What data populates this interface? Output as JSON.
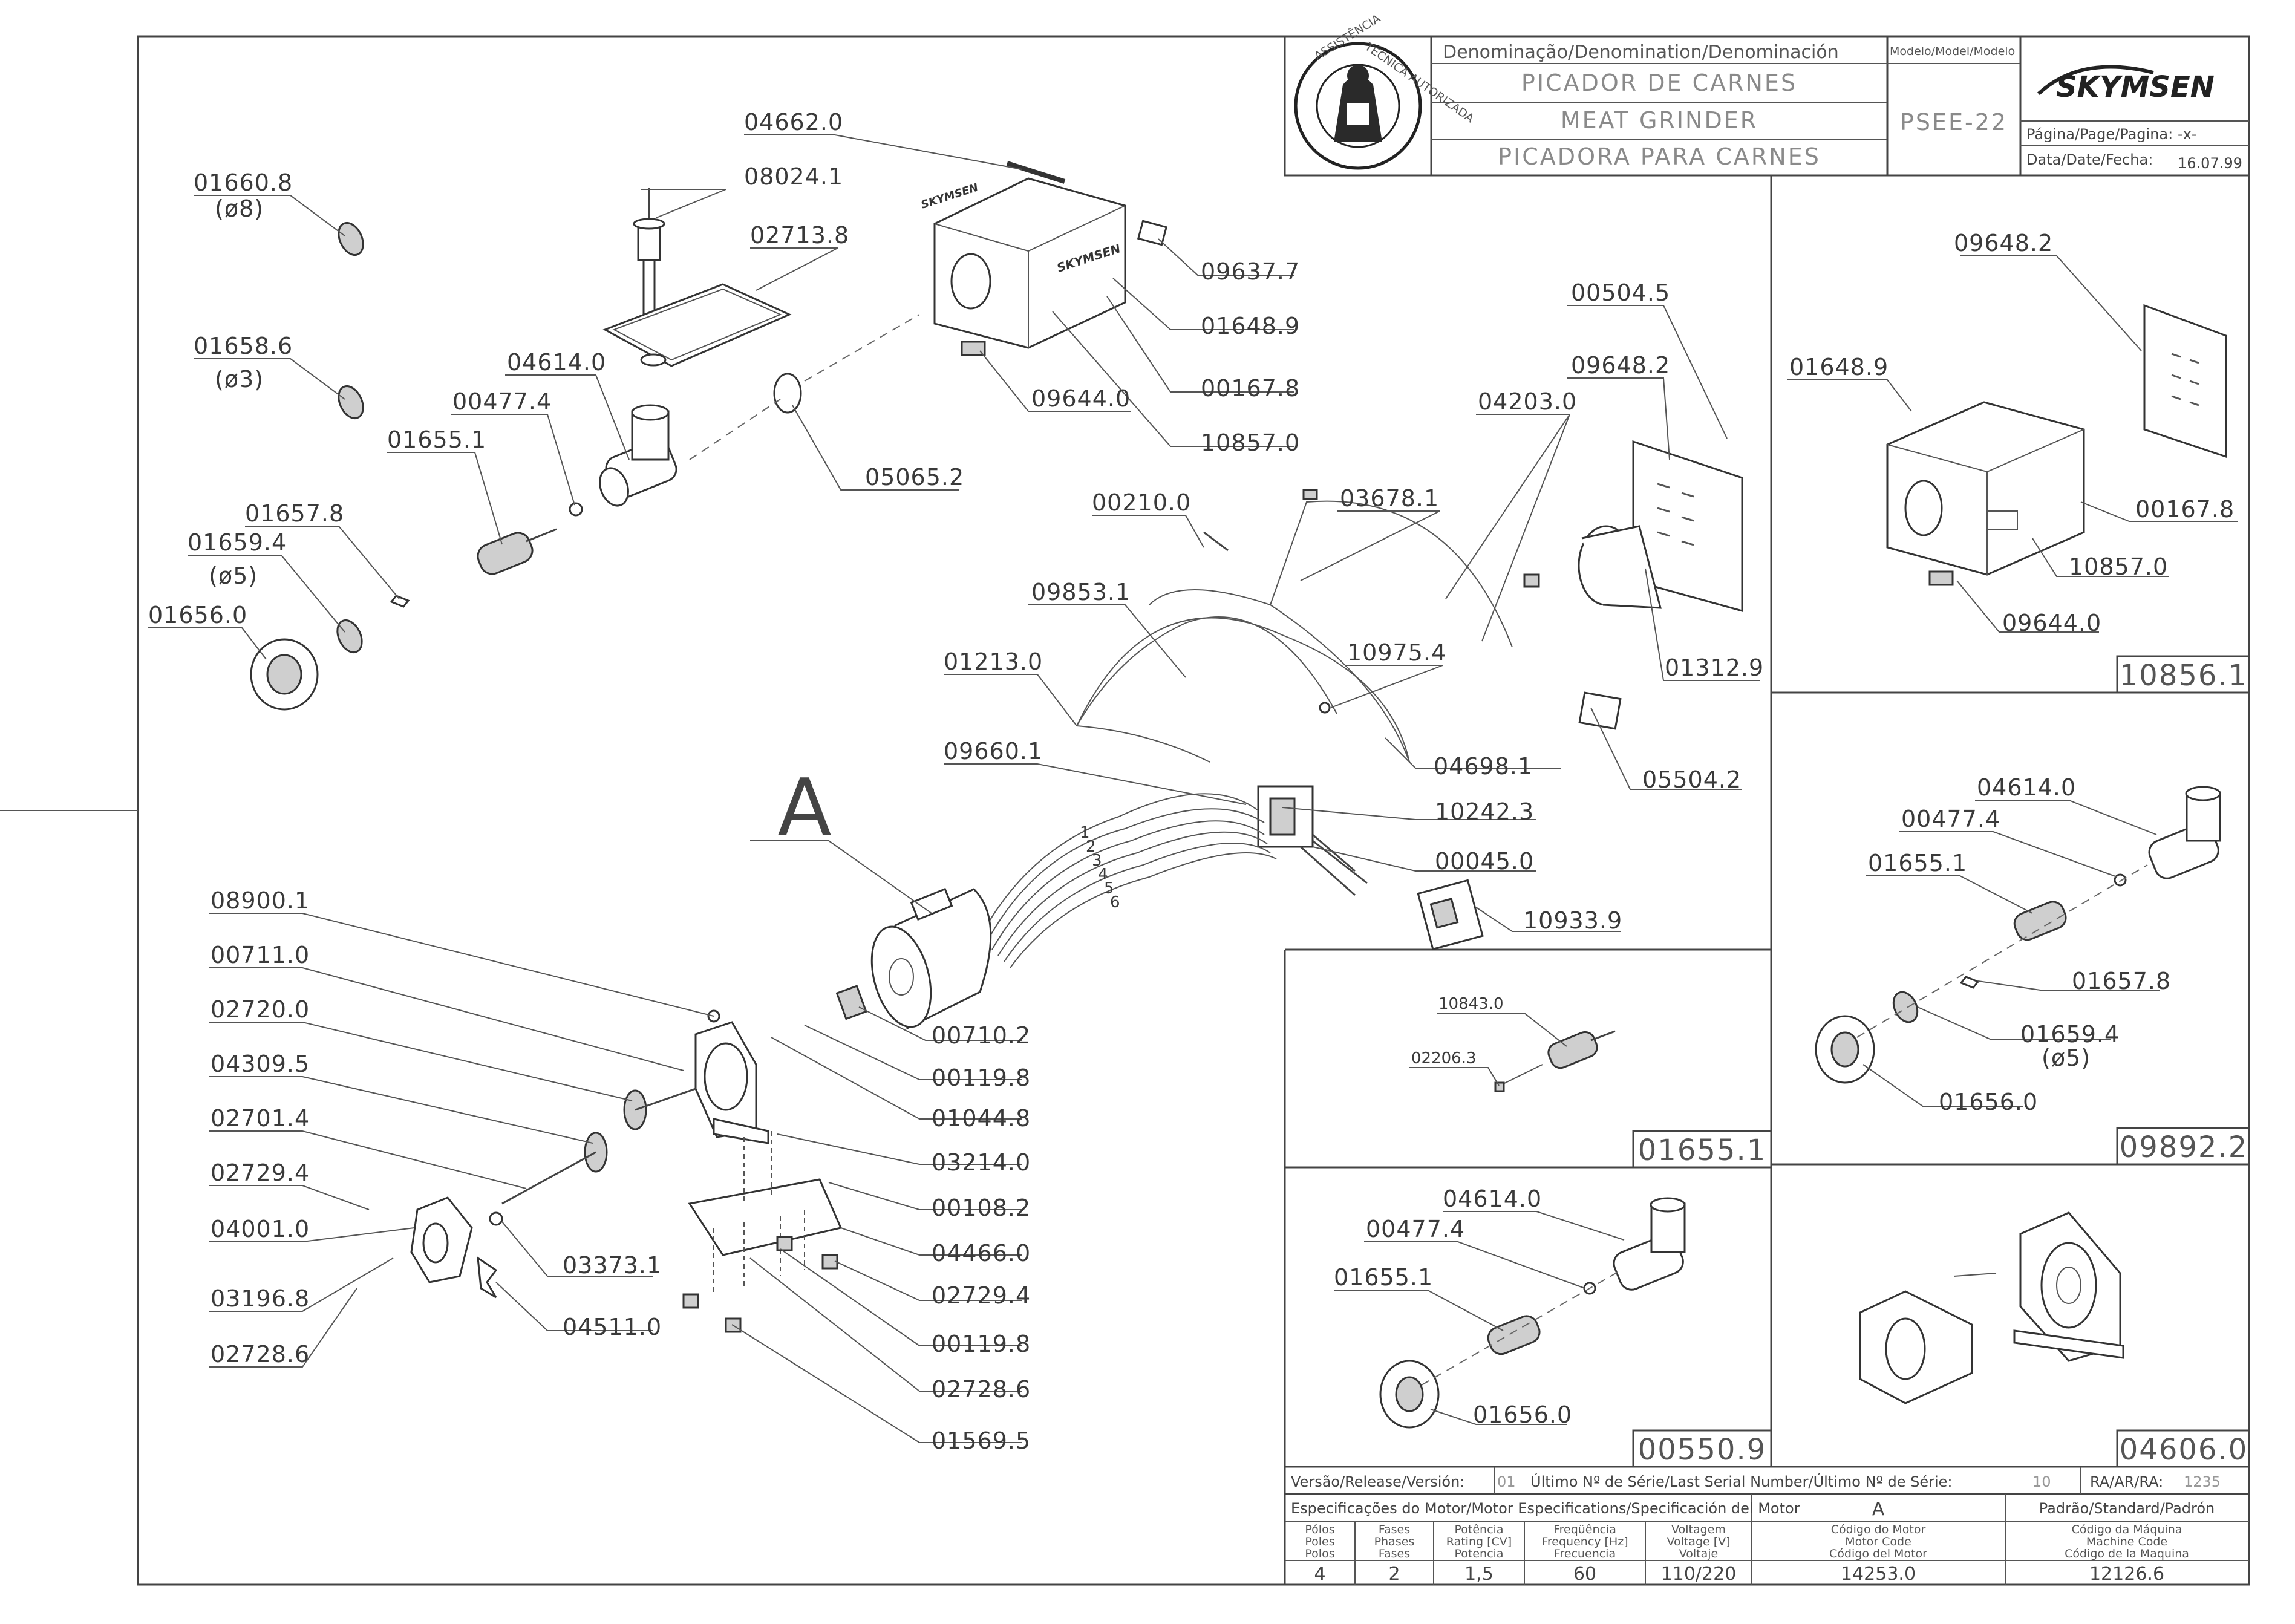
{
  "header": {
    "denomination_label": "Denominação/Denomination/Denominación",
    "model_label": "Modelo/Model/Modelo",
    "name_pt": "PICADOR DE CARNES",
    "name_en": "MEAT GRINDER",
    "name_es": "PICADORA PARA CARNES",
    "model": "PSEE-22",
    "brand": "SKYMSEN",
    "page_label": "Página/Page/Pagina:",
    "page_value": "-x-",
    "date_label": "Data/Date/Fecha:",
    "date_value": "16.07.99",
    "seal_text": "ASSISTÊNCIA TÉCNICA AUTORIZADA"
  },
  "main_view": {
    "assembly_letter": "A",
    "wire_numbers": [
      "1",
      "2",
      "3",
      "4",
      "5",
      "6"
    ],
    "labels": {
      "p01660_8": "01660.8",
      "p01660_8_dia": "(ø8)",
      "p08024_1": "08024.1",
      "p04662_0": "04662.0",
      "p02713_8": "02713.8",
      "p01658_6": "01658.6",
      "p01658_6_dia": "(ø3)",
      "p04614_0": "04614.0",
      "p00477_4": "00477.4",
      "p01655_1": "01655.1",
      "p01657_8": "01657.8",
      "p01659_4": "01659.4",
      "p01659_4_dia": "(ø5)",
      "p01656_0": "01656.0",
      "p09637_7": "09637.7",
      "p01648_9": "01648.9",
      "p00167_8": "00167.8",
      "p10857_0": "10857.0",
      "p09644_0": "09644.0",
      "p05065_2": "05065.2",
      "p00504_5": "00504.5",
      "p09648_2": "09648.2",
      "p04203_0": "04203.0",
      "p03678_1": "03678.1",
      "p00210_0": "00210.0",
      "p09853_1": "09853.1",
      "p01213_0": "01213.0",
      "p10975_4": "10975.4",
      "p01312_9": "01312.9",
      "p04698_1": "04698.1",
      "p05504_2": "05504.2",
      "p09660_1": "09660.1",
      "p10242_3": "10242.3",
      "p00045_0": "00045.0",
      "p10933_9": "10933.9",
      "p08900_1": "08900.1",
      "p00711_0": "00711.0",
      "p02720_0": "02720.0",
      "p04309_5": "04309.5",
      "p02701_4": "02701.4",
      "p02729_4a": "02729.4",
      "p04001_0": "04001.0",
      "p03196_8": "03196.8",
      "p02728_6a": "02728.6",
      "p03373_1": "03373.1",
      "p04511_0": "04511.0",
      "p00710_2": "00710.2",
      "p00119_8a": "00119.8",
      "p01044_8": "01044.8",
      "p03214_0": "03214.0",
      "p00108_2": "00108.2",
      "p04466_0": "04466.0",
      "p02729_4b": "02729.4",
      "p00119_8b": "00119.8",
      "p02728_6b": "02728.6",
      "p01569_5": "01569.5"
    }
  },
  "panels": {
    "p10856": {
      "code": "10856.1",
      "labels": [
        "09648.2",
        "01648.9",
        "00167.8",
        "10857.0",
        "09644.0"
      ]
    },
    "p09892": {
      "code": "09892.2",
      "labels": [
        "04614.0",
        "00477.4",
        "01655.1",
        "01657.8",
        "01659.4",
        "(ø5)",
        "01656.0"
      ]
    },
    "p01655": {
      "code": "01655.1",
      "labels": [
        "10843.0",
        "02206.3"
      ]
    },
    "p00550": {
      "code": "00550.9",
      "labels": [
        "04614.0",
        "00477.4",
        "01655.1",
        "01656.0"
      ]
    },
    "p04606": {
      "code": "04606.0"
    }
  },
  "footer": {
    "release_label": "Versão/Release/Versión:",
    "release_value": "01",
    "serial_label": "Último Nº de Série/Last Serial Number/Último Nº de Série:",
    "serial_value": "10",
    "ra_label": "RA/AR/RA:",
    "ra_value": "1235",
    "motor_spec_label": "Especificações do Motor/Motor Especifications/Specificación del Motor",
    "motor_letter": "A",
    "standard_label": "Padrão/Standard/Padrón",
    "poles_label": [
      "Pólos",
      "Poles",
      "Polos"
    ],
    "phases_label": [
      "Fases",
      "Phases",
      "Fases"
    ],
    "power_label": [
      "Potência",
      "Rating [CV]",
      "Potencia"
    ],
    "freq_label": [
      "Freqüência",
      "Frequency [Hz]",
      "Frecuencia"
    ],
    "voltage_label": [
      "Voltagem",
      "Voltage [V]",
      "Voltaje"
    ],
    "motor_code_label": [
      "Código do Motor",
      "Motor Code",
      "Código del Motor"
    ],
    "machine_code_label": [
      "Código da Máquina",
      "Machine Code",
      "Código de la Maquina"
    ],
    "poles": "4",
    "phases": "2",
    "power": "1,5",
    "frequency": "60",
    "voltage": "110/220",
    "motor_code": "14253.0",
    "machine_code": "12126.6"
  }
}
